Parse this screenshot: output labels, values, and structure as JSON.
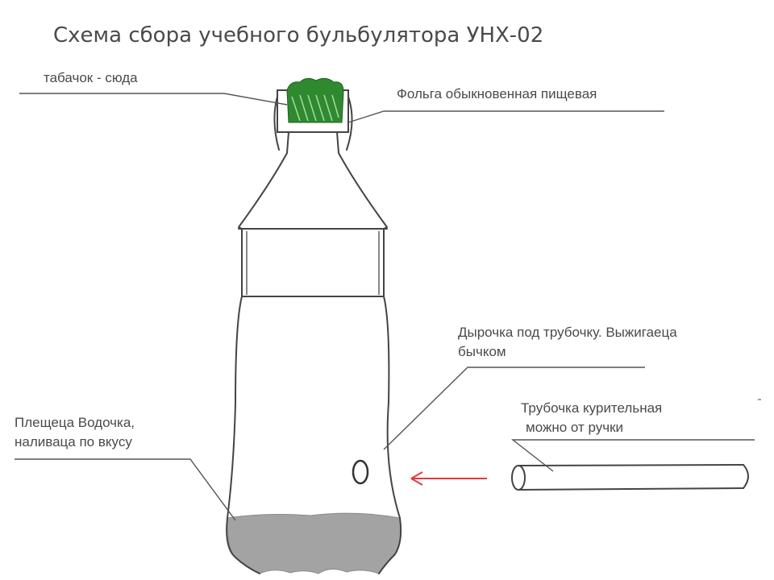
{
  "title": "Схема сбора учебного бульбулятора УНХ-02",
  "labels": {
    "tobacco": "табачок - сюда",
    "foil": "Фольга обыкновенная пищевая",
    "hole_line1": "Дырочка под трубочку. Выжигаеца",
    "hole_line2": "бычком",
    "pipe_line1": "Трубочка курительная",
    "pipe_line2": "можно от ручки",
    "water_line1": "Плещеца Водочка,",
    "water_line2": "наливаца по вкусу"
  },
  "colors": {
    "tobacco": "#2f8a2f",
    "water": "#a3a3a3",
    "arrow": "#e23b3b",
    "ink": "#444444"
  }
}
